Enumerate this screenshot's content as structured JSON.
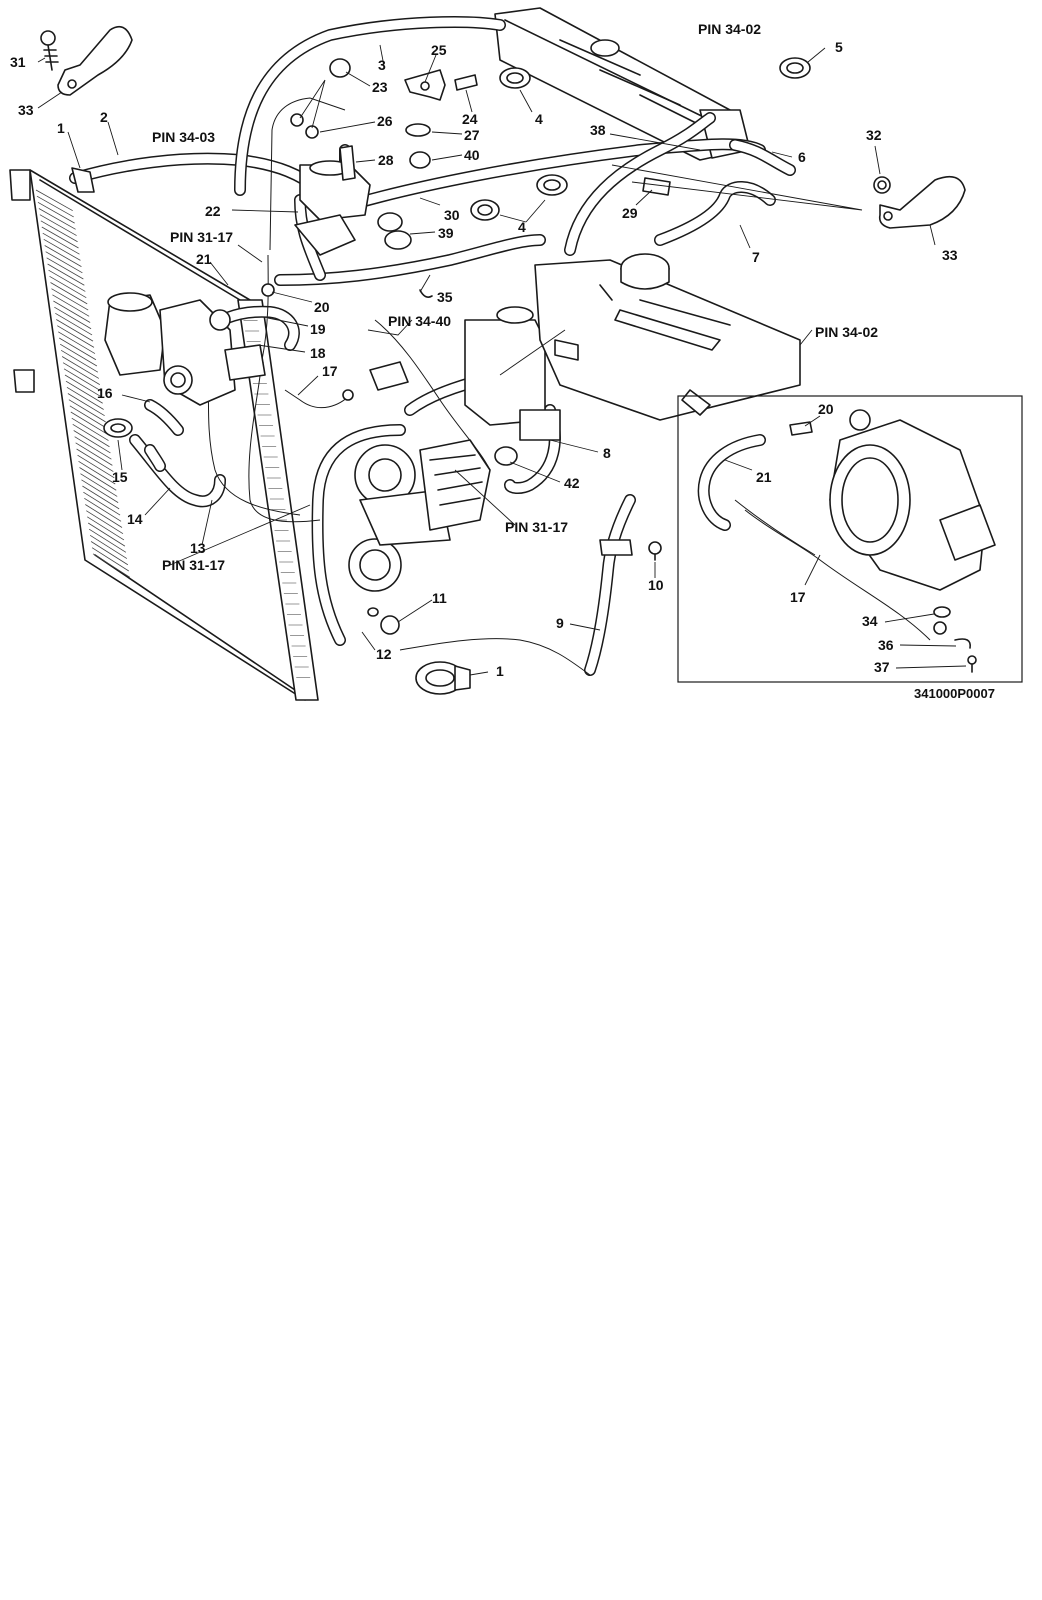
{
  "diagram": {
    "drawing_code": "341000P0007",
    "callouts": [
      {
        "id": "c31",
        "text": "31"
      },
      {
        "id": "c33a",
        "text": "33"
      },
      {
        "id": "c1a",
        "text": "1"
      },
      {
        "id": "c2",
        "text": "2"
      },
      {
        "id": "c3",
        "text": "3"
      },
      {
        "id": "c25",
        "text": "25"
      },
      {
        "id": "c23",
        "text": "23"
      },
      {
        "id": "c24",
        "text": "24"
      },
      {
        "id": "c4a",
        "text": "4"
      },
      {
        "id": "c26",
        "text": "26"
      },
      {
        "id": "c27",
        "text": "27"
      },
      {
        "id": "c28",
        "text": "28"
      },
      {
        "id": "c40",
        "text": "40"
      },
      {
        "id": "c5",
        "text": "5"
      },
      {
        "id": "c38",
        "text": "38"
      },
      {
        "id": "c32",
        "text": "32"
      },
      {
        "id": "c6",
        "text": "6"
      },
      {
        "id": "c22",
        "text": "22"
      },
      {
        "id": "c30",
        "text": "30"
      },
      {
        "id": "c4b",
        "text": "4"
      },
      {
        "id": "c29",
        "text": "29"
      },
      {
        "id": "c39",
        "text": "39"
      },
      {
        "id": "c7",
        "text": "7"
      },
      {
        "id": "c33b",
        "text": "33"
      },
      {
        "id": "c21a",
        "text": "21"
      },
      {
        "id": "c35",
        "text": "35"
      },
      {
        "id": "c20a",
        "text": "20"
      },
      {
        "id": "c19",
        "text": "19"
      },
      {
        "id": "c18",
        "text": "18"
      },
      {
        "id": "c17a",
        "text": "17"
      },
      {
        "id": "c16",
        "text": "16"
      },
      {
        "id": "c15",
        "text": "15"
      },
      {
        "id": "c14",
        "text": "14"
      },
      {
        "id": "c13",
        "text": "13"
      },
      {
        "id": "c8",
        "text": "8"
      },
      {
        "id": "c42",
        "text": "42"
      },
      {
        "id": "c20b",
        "text": "20"
      },
      {
        "id": "c21b",
        "text": "21"
      },
      {
        "id": "c10",
        "text": "10"
      },
      {
        "id": "c11",
        "text": "11"
      },
      {
        "id": "c9",
        "text": "9"
      },
      {
        "id": "c12",
        "text": "12"
      },
      {
        "id": "c1b",
        "text": "1"
      },
      {
        "id": "c17b",
        "text": "17"
      },
      {
        "id": "c34",
        "text": "34"
      },
      {
        "id": "c36",
        "text": "36"
      },
      {
        "id": "c37",
        "text": "37"
      }
    ],
    "references": [
      {
        "id": "pin3402a",
        "text": "PIN 34-02"
      },
      {
        "id": "pin3403",
        "text": "PIN 34-03"
      },
      {
        "id": "pin3117a",
        "text": "PIN 31-17"
      },
      {
        "id": "pin3402b",
        "text": "PIN 34-02"
      },
      {
        "id": "pin3440",
        "text": "PIN 34-40"
      },
      {
        "id": "pin3117b",
        "text": "PIN 31-17"
      },
      {
        "id": "pin3117c",
        "text": "PIN 31-17"
      }
    ]
  }
}
